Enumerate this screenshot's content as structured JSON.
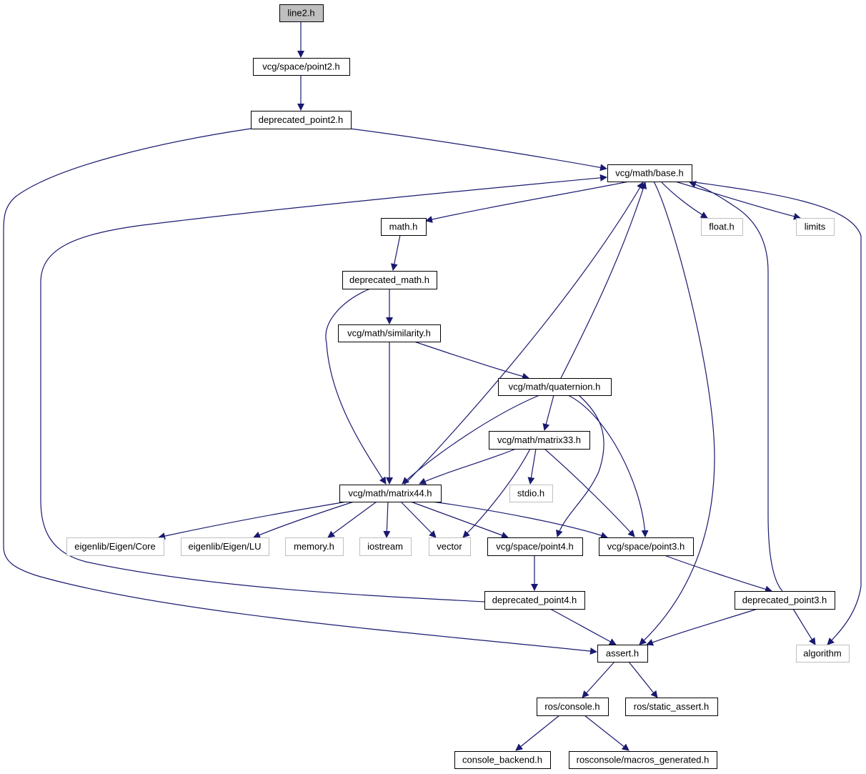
{
  "diagram": {
    "title": "",
    "edge_color": "#191970",
    "root_fill": "#bfbfbf",
    "external_border": "#bfbfbf",
    "nodes": [
      {
        "id": "line2",
        "label": "line2.h",
        "kind": "root"
      },
      {
        "id": "point2",
        "label": "vcg/space/point2.h",
        "kind": "internal"
      },
      {
        "id": "dep_point2",
        "label": "deprecated_point2.h",
        "kind": "internal"
      },
      {
        "id": "base",
        "label": "vcg/math/base.h",
        "kind": "internal"
      },
      {
        "id": "math",
        "label": "math.h",
        "kind": "internal"
      },
      {
        "id": "float",
        "label": "float.h",
        "kind": "external"
      },
      {
        "id": "limits",
        "label": "limits",
        "kind": "external"
      },
      {
        "id": "dep_math",
        "label": "deprecated_math.h",
        "kind": "internal"
      },
      {
        "id": "similarity",
        "label": "vcg/math/similarity.h",
        "kind": "internal"
      },
      {
        "id": "quaternion",
        "label": "vcg/math/quaternion.h",
        "kind": "internal"
      },
      {
        "id": "matrix33",
        "label": "vcg/math/matrix33.h",
        "kind": "internal"
      },
      {
        "id": "stdio",
        "label": "stdio.h",
        "kind": "external"
      },
      {
        "id": "matrix44",
        "label": "vcg/math/matrix44.h",
        "kind": "internal"
      },
      {
        "id": "eigen_core",
        "label": "eigenlib/Eigen/Core",
        "kind": "external"
      },
      {
        "id": "eigen_lu",
        "label": "eigenlib/Eigen/LU",
        "kind": "external"
      },
      {
        "id": "memory",
        "label": "memory.h",
        "kind": "external"
      },
      {
        "id": "iostream",
        "label": "iostream",
        "kind": "external"
      },
      {
        "id": "vector",
        "label": "vector",
        "kind": "external"
      },
      {
        "id": "point4",
        "label": "vcg/space/point4.h",
        "kind": "internal"
      },
      {
        "id": "point3",
        "label": "vcg/space/point3.h",
        "kind": "internal"
      },
      {
        "id": "dep_point4",
        "label": "deprecated_point4.h",
        "kind": "internal"
      },
      {
        "id": "dep_point3",
        "label": "deprecated_point3.h",
        "kind": "internal"
      },
      {
        "id": "algorithm",
        "label": "algorithm",
        "kind": "external"
      },
      {
        "id": "assert",
        "label": "assert.h",
        "kind": "internal"
      },
      {
        "id": "console",
        "label": "ros/console.h",
        "kind": "internal"
      },
      {
        "id": "static_assert",
        "label": "ros/static_assert.h",
        "kind": "internal"
      },
      {
        "id": "console_backend",
        "label": "console_backend.h",
        "kind": "internal"
      },
      {
        "id": "macros_generated",
        "label": "rosconsole/macros_generated.h",
        "kind": "internal"
      }
    ],
    "edges": [
      {
        "from": "line2",
        "to": "point2"
      },
      {
        "from": "point2",
        "to": "dep_point2"
      },
      {
        "from": "dep_point2",
        "to": "base"
      },
      {
        "from": "dep_point2",
        "to": "assert"
      },
      {
        "from": "base",
        "to": "math"
      },
      {
        "from": "base",
        "to": "float"
      },
      {
        "from": "base",
        "to": "limits"
      },
      {
        "from": "base",
        "to": "assert"
      },
      {
        "from": "base",
        "to": "algorithm"
      },
      {
        "from": "math",
        "to": "dep_math"
      },
      {
        "from": "dep_math",
        "to": "similarity"
      },
      {
        "from": "dep_math",
        "to": "matrix44"
      },
      {
        "from": "similarity",
        "to": "quaternion"
      },
      {
        "from": "similarity",
        "to": "matrix44"
      },
      {
        "from": "quaternion",
        "to": "base"
      },
      {
        "from": "quaternion",
        "to": "matrix33"
      },
      {
        "from": "quaternion",
        "to": "matrix44"
      },
      {
        "from": "quaternion",
        "to": "point3"
      },
      {
        "from": "quaternion",
        "to": "point4"
      },
      {
        "from": "matrix33",
        "to": "matrix44"
      },
      {
        "from": "matrix33",
        "to": "stdio"
      },
      {
        "from": "matrix33",
        "to": "vector"
      },
      {
        "from": "matrix33",
        "to": "point3"
      },
      {
        "from": "matrix44",
        "to": "base"
      },
      {
        "from": "matrix44",
        "to": "eigen_core"
      },
      {
        "from": "matrix44",
        "to": "eigen_lu"
      },
      {
        "from": "matrix44",
        "to": "memory"
      },
      {
        "from": "matrix44",
        "to": "iostream"
      },
      {
        "from": "matrix44",
        "to": "vector"
      },
      {
        "from": "matrix44",
        "to": "point4"
      },
      {
        "from": "matrix44",
        "to": "point3"
      },
      {
        "from": "point4",
        "to": "dep_point4"
      },
      {
        "from": "dep_point4",
        "to": "base"
      },
      {
        "from": "dep_point4",
        "to": "assert"
      },
      {
        "from": "point3",
        "to": "dep_point3"
      },
      {
        "from": "dep_point3",
        "to": "base"
      },
      {
        "from": "dep_point3",
        "to": "assert"
      },
      {
        "from": "dep_point3",
        "to": "algorithm"
      },
      {
        "from": "assert",
        "to": "console"
      },
      {
        "from": "assert",
        "to": "static_assert"
      },
      {
        "from": "console",
        "to": "console_backend"
      },
      {
        "from": "console",
        "to": "macros_generated"
      }
    ]
  }
}
